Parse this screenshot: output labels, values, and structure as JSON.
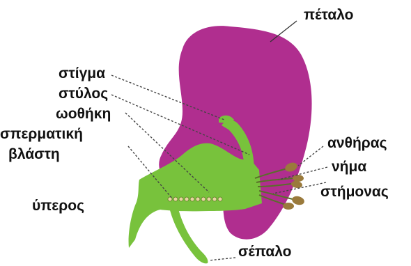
{
  "labels": {
    "petal": "πέταλο",
    "stigma": "στίγμα",
    "style": "στύλος",
    "ovary": "ωοθήκη",
    "ovule_line1": "σπερματική",
    "ovule_line2": "βλάστη",
    "pistil": "ύπερος",
    "anther": "ανθήρας",
    "filament": "νήμα",
    "stamen": "στήμονας",
    "sepal": "σέπαλο"
  },
  "colors": {
    "petal": "#b02e8f",
    "green": "#78c23c",
    "green_outline": "#4f8f22",
    "anther": "#9a7a3c",
    "ovule": "#e7d6a0"
  }
}
